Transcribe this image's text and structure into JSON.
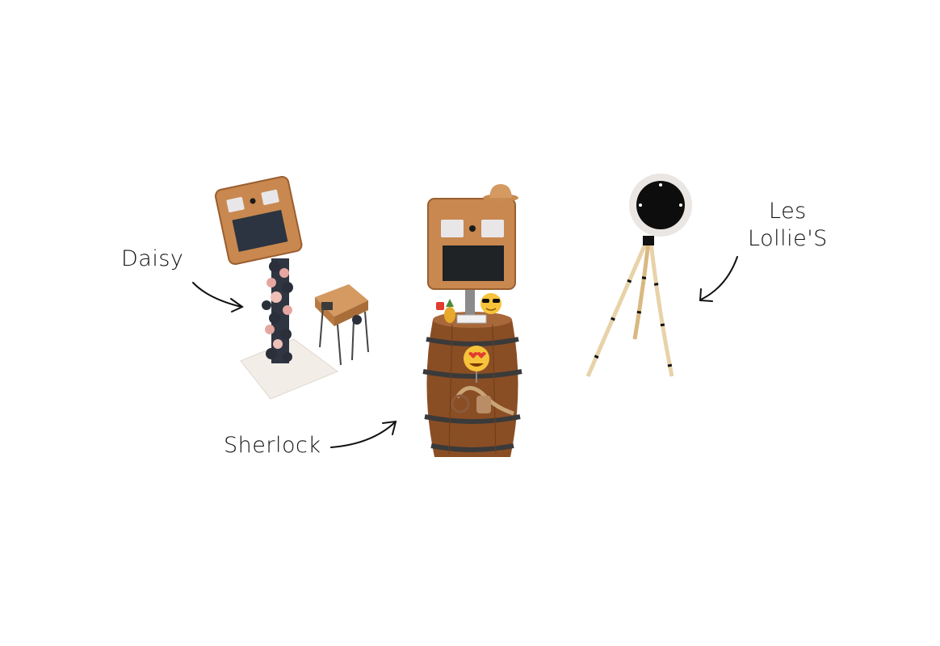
{
  "labels": {
    "daisy": "Daisy",
    "sherlock": "Sherlock",
    "lollies_line1": "Les",
    "lollies_line2": "Lollie'S"
  },
  "colors": {
    "wood": "#c8884f",
    "wood_dark": "#9a5e2f",
    "barrel": "#8a4e24",
    "ink": "#111111",
    "flower_dark": "#2a2f3a",
    "flower_pink": "#e6a7a0",
    "ring": "#e9e6e3",
    "emoji_yellow": "#f6c33b"
  }
}
